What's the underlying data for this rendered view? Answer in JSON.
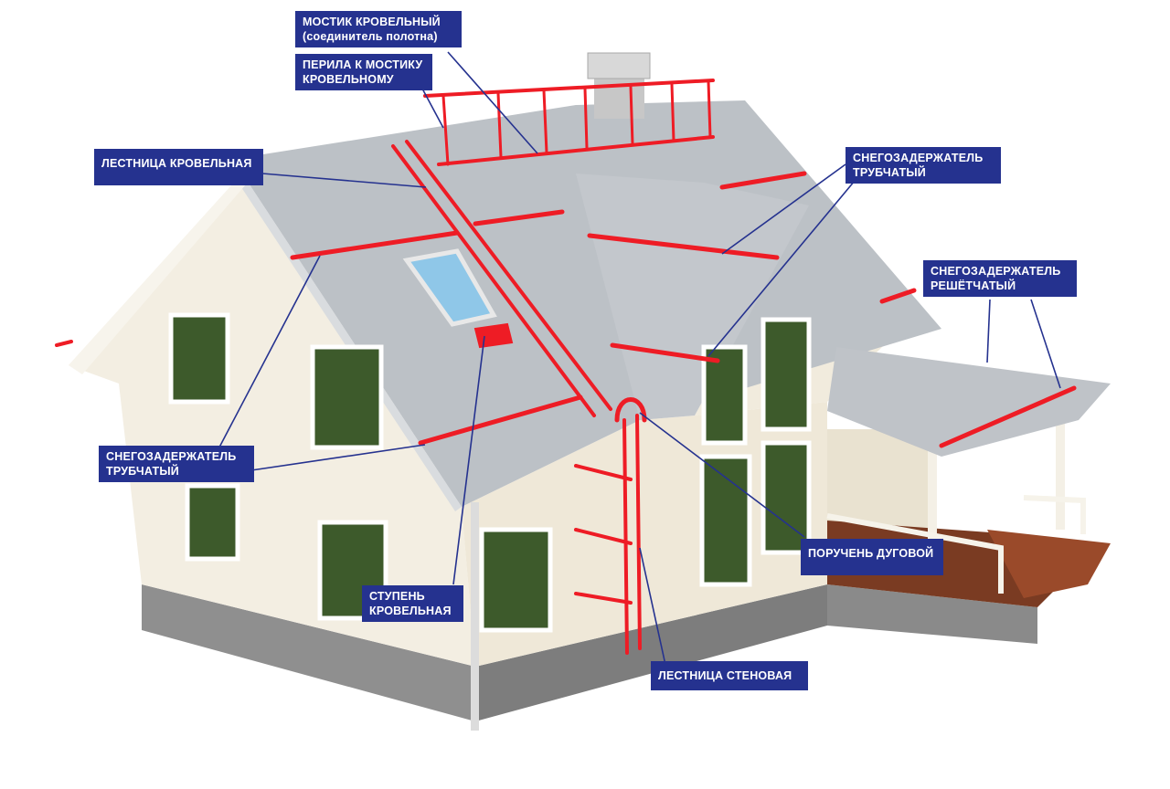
{
  "colors": {
    "label_bg": "#25328f",
    "label_text": "#ffffff",
    "leader_line": "#25328f",
    "element_red": "#ee1c25",
    "roof": "#b8bdc3",
    "wall": "#f1ebdd",
    "foundation": "#8c8c8c"
  },
  "labels": {
    "bridge": {
      "line1": "МОСТИК КРОВЕЛЬНЫЙ",
      "line2": "(соединитель полотна)"
    },
    "railing": {
      "line1": "ПЕРИЛА К МОСТИКУ",
      "line2": "КРОВЕЛЬНОМУ"
    },
    "roof_ladder": {
      "line1": "ЛЕСТНИЦА КРОВЕЛЬНАЯ"
    },
    "tube_snow_right": {
      "line1": "СНЕГОЗАДЕРЖАТЕЛЬ",
      "line2": "ТРУБЧАТЫЙ"
    },
    "lattice_snow": {
      "line1": "СНЕГОЗАДЕРЖАТЕЛЬ",
      "line2": "РЕШЁТЧАТЫЙ"
    },
    "tube_snow_left": {
      "line1": "СНЕГОЗАДЕРЖАТЕЛЬ",
      "line2": "ТРУБЧАТЫЙ"
    },
    "roof_step": {
      "line1": "СТУПЕНЬ",
      "line2": "КРОВЕЛЬНАЯ"
    },
    "arc_handrail": {
      "line1": "ПОРУЧЕНЬ ДУГОВОЙ"
    },
    "wall_ladder": {
      "line1": "ЛЕСТНИЦА СТЕНОВАЯ"
    }
  }
}
